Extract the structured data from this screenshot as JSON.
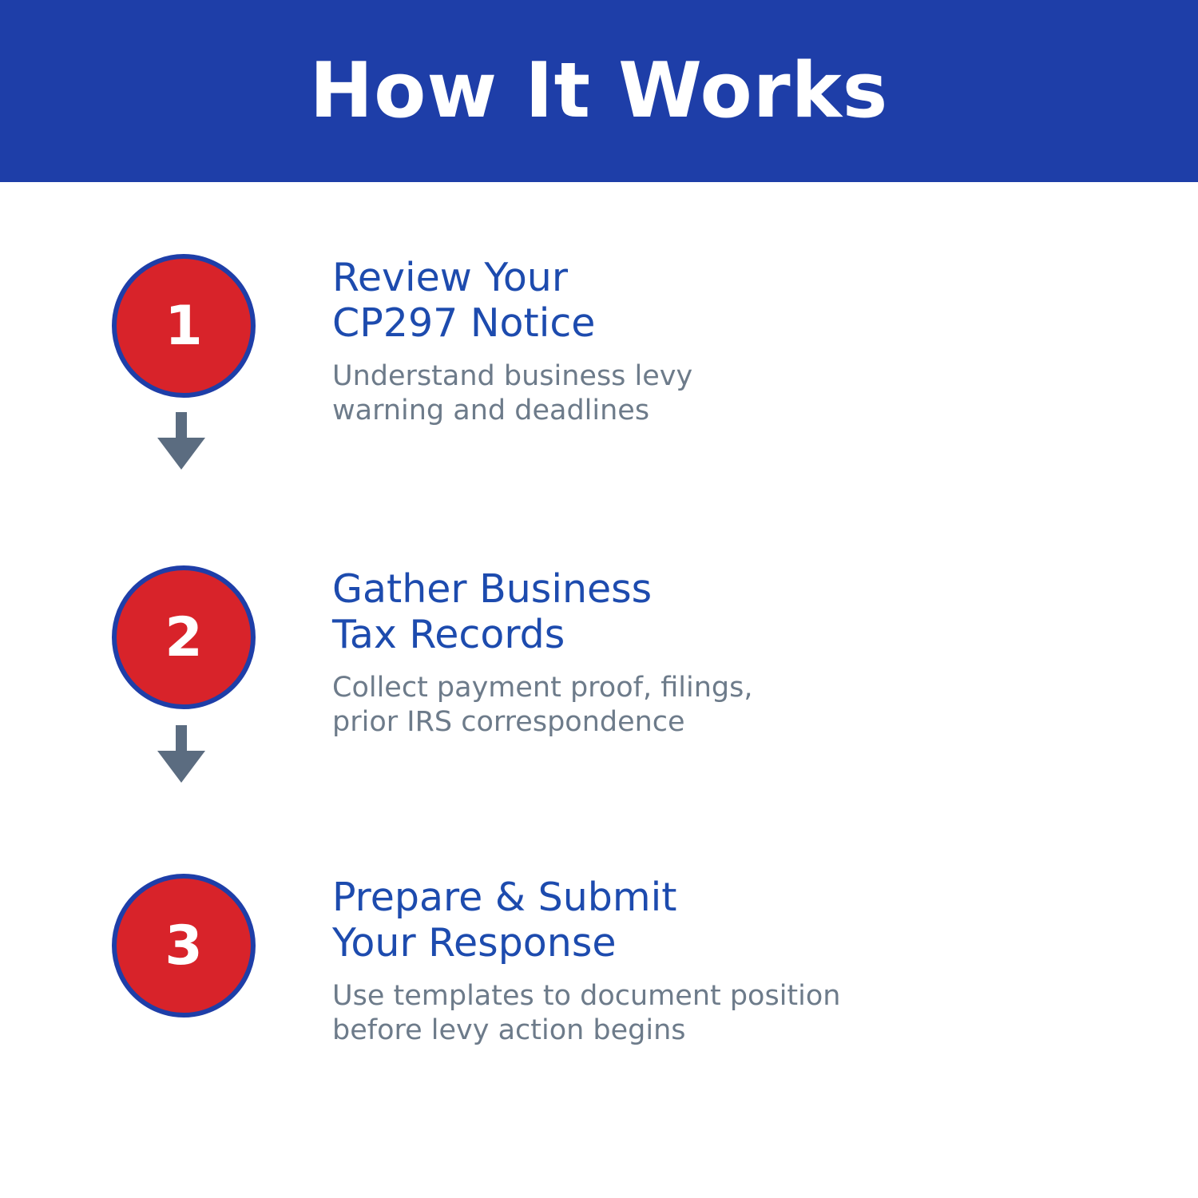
{
  "header": {
    "title": "How It Works"
  },
  "colors": {
    "header_bg": "#1e3ea8",
    "circle_fill": "#d8232a",
    "circle_border": "#1e3ea8",
    "title_text": "#1d4bae",
    "desc_text": "#6d7b8a",
    "arrow": "#5b6c80"
  },
  "steps": [
    {
      "number": "1",
      "title_line1": "Review Your",
      "title_line2": "CP297 Notice",
      "desc_line1": "Understand business levy",
      "desc_line2": "warning and deadlines"
    },
    {
      "number": "2",
      "title_line1": "Gather Business",
      "title_line2": "Tax Records",
      "desc_line1": "Collect payment proof, filings,",
      "desc_line2": "prior IRS correspondence"
    },
    {
      "number": "3",
      "title_line1": "Prepare & Submit",
      "title_line2": "Your Response",
      "desc_line1": "Use templates to document position",
      "desc_line2": "before levy action begins"
    }
  ]
}
